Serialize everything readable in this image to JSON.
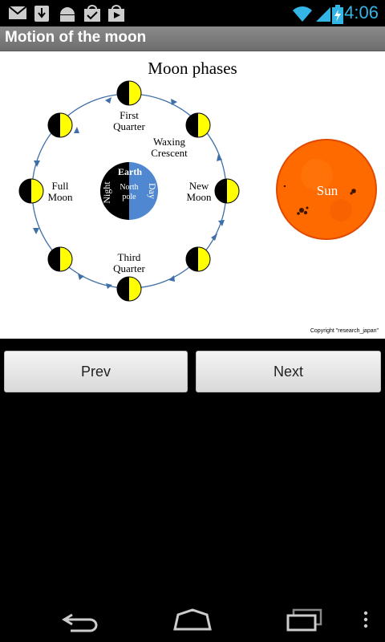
{
  "status_bar": {
    "time": "4:06",
    "icons": [
      "gmail-icon",
      "download-icon",
      "android-icon",
      "checkmark-bag-icon",
      "play-store-icon",
      "wifi-icon",
      "signal-icon",
      "battery-charging-icon"
    ]
  },
  "app": {
    "title": "Motion of the moon"
  },
  "diagram": {
    "title": "Moon phases",
    "labels": {
      "first_quarter_1": "First",
      "first_quarter_2": "Quarter",
      "waxing_crescent_1": "Waxing",
      "waxing_crescent_2": "Crescent",
      "new_moon_1": "New",
      "new_moon_2": "Moon",
      "full_moon_1": "Full",
      "full_moon_2": "Moon",
      "third_quarter_1": "Third",
      "third_quarter_2": "Quarter",
      "earth": "Earth",
      "north_pole_1": "North",
      "north_pole_2": "pole",
      "night": "Night",
      "day": "Day",
      "sun": "Sun",
      "copyright": "Copyright \"research_japan\""
    },
    "colors": {
      "moon_lit": "#ffff00",
      "moon_dark": "#000000",
      "earth_day": "#4f88d0",
      "earth_night": "#000000",
      "sun": "#ff6a00",
      "orbit": "#3f6fa8"
    }
  },
  "buttons": {
    "prev": "Prev",
    "next": "Next"
  },
  "nav": {
    "icons": [
      "back-icon",
      "home-icon",
      "recent-apps-icon",
      "menu-overflow-icon"
    ]
  }
}
